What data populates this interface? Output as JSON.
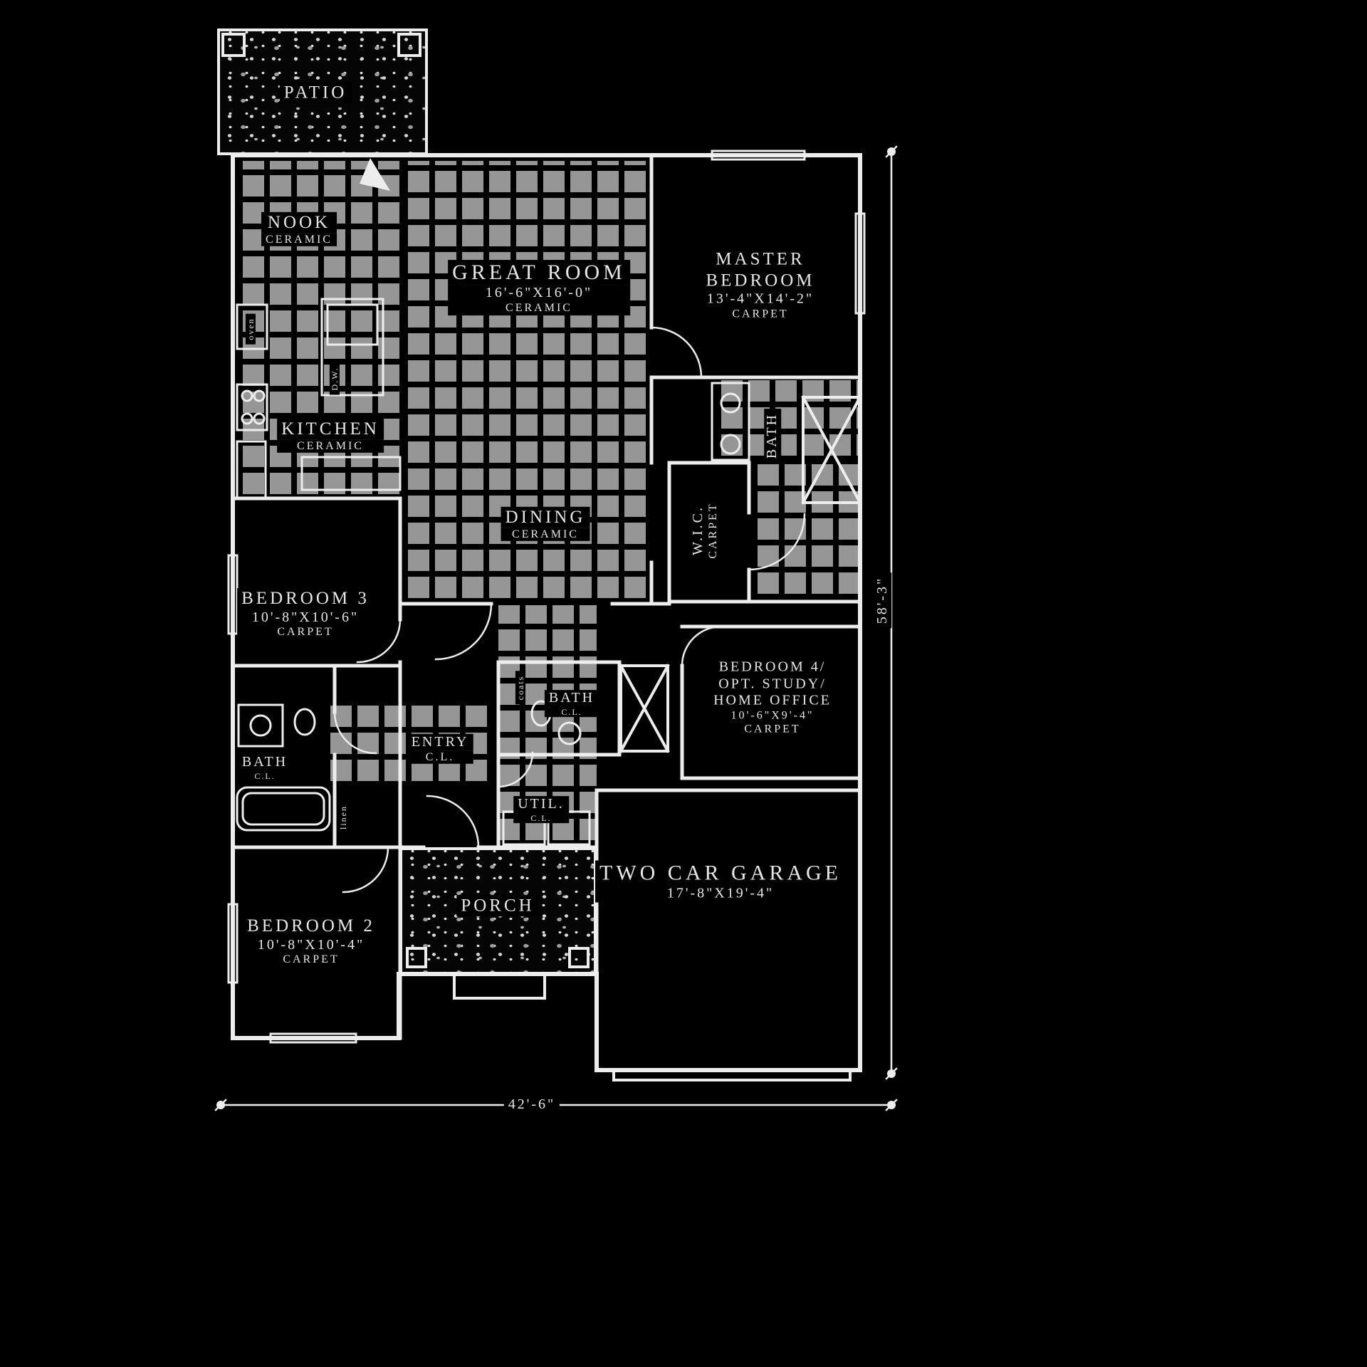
{
  "plan": {
    "bottom_width_dim": "42'-6\"",
    "right_height_dim": "58'-3\""
  },
  "rooms": {
    "patio": {
      "name": "PATIO"
    },
    "nook": {
      "name": "NOOK",
      "floor": "CERAMIC"
    },
    "great_room": {
      "name": "GREAT ROOM",
      "dims": "16'-6\"X16'-0\"",
      "floor": "CERAMIC"
    },
    "master_bedroom": {
      "name": "MASTER BEDROOM",
      "dims": "13'-4\"X14'-2\"",
      "floor": "CARPET"
    },
    "kitchen": {
      "name": "KITCHEN",
      "floor": "CERAMIC"
    },
    "dining": {
      "name": "DINING",
      "floor": "CERAMIC"
    },
    "master_bath": {
      "name": "BATH"
    },
    "wic": {
      "name": "W.I.C.",
      "floor": "CARPET"
    },
    "bedroom3": {
      "name": "BEDROOM 3",
      "dims": "10'-8\"X10'-6\"",
      "floor": "CARPET"
    },
    "bedroom4": {
      "line1": "BEDROOM 4/",
      "line2": "OPT. STUDY/",
      "line3": "HOME OFFICE",
      "dims": "10'-6\"X9'-4\"",
      "floor": "CARPET"
    },
    "hall_bath": {
      "name": "BATH",
      "closet": "C.L."
    },
    "entry": {
      "name": "ENTRY",
      "closet": "C.L."
    },
    "center_bath": {
      "name": "BATH",
      "closet": "C.L."
    },
    "util": {
      "name": "UTIL.",
      "closet": "C.L."
    },
    "bedroom2": {
      "name": "BEDROOM 2",
      "dims": "10'-8\"X10'-4\"",
      "floor": "CARPET"
    },
    "porch": {
      "name": "PORCH"
    },
    "garage": {
      "name": "TWO CAR GARAGE",
      "dims": "17'-8\"X19'-4\""
    }
  },
  "fixtures": {
    "oven": "oven",
    "dishwasher": "D.W.",
    "coats": "coats",
    "linen": "linen"
  },
  "colors": {
    "background": "#000000",
    "line": "#ededed",
    "tile": "#969696"
  }
}
